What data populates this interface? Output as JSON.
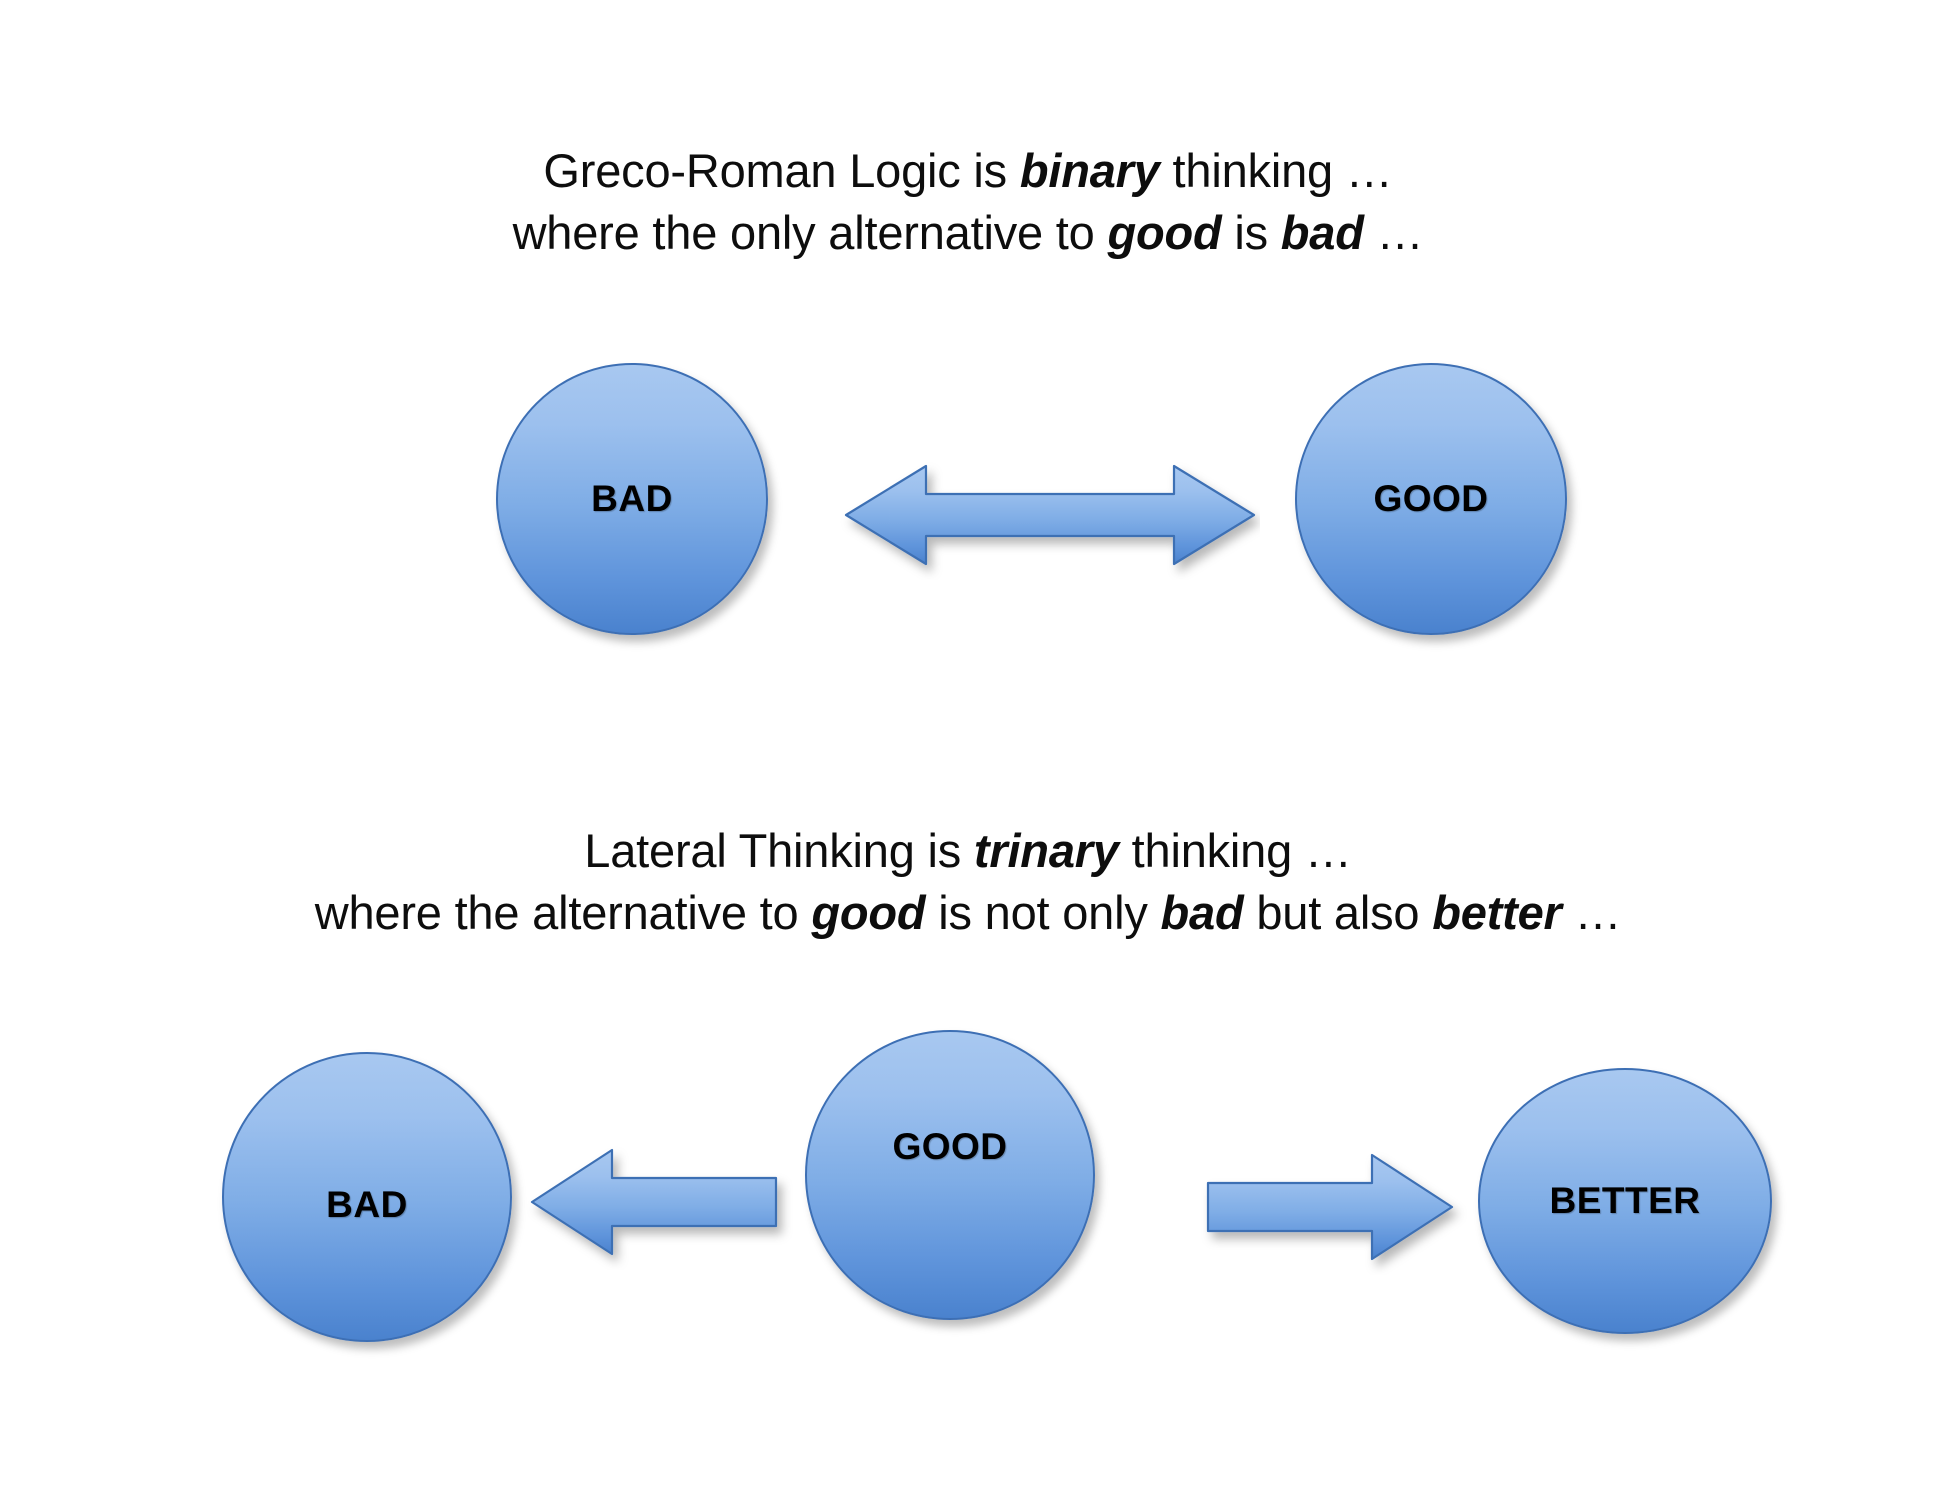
{
  "slide": {
    "background_color": "#ffffff",
    "accent_color": "#6fa3e0",
    "node_border_color": "#3d6fb4",
    "text_color": "#0d0d0d"
  },
  "sections": {
    "top": {
      "caption": {
        "line1_part1": "Greco-Roman Logic is ",
        "line1_emphasis": "binary",
        "line1_part2": " thinking …",
        "line2_part1": "where the only alternative to ",
        "line2_emphasis1": "good",
        "line2_part2": " is ",
        "line2_emphasis2": "bad",
        "line2_part3": " …"
      },
      "nodes": [
        {
          "id": "bad",
          "label": "BAD"
        },
        {
          "id": "good",
          "label": "GOOD"
        }
      ],
      "connector": {
        "type": "double-headed-arrow",
        "direction": "bidirectional",
        "color": "#6fa3e0"
      }
    },
    "bottom": {
      "caption": {
        "line1_part1": "Lateral Thinking is ",
        "line1_emphasis": "trinary",
        "line1_part2": " thinking …",
        "line2_part1": "where the alternative to ",
        "line2_emphasis1": "good",
        "line2_part2": " is not only ",
        "line2_emphasis2": "bad",
        "line2_part3": " but also ",
        "line2_emphasis3": "better",
        "line2_part4": " …"
      },
      "nodes": [
        {
          "id": "bad",
          "label": "BAD"
        },
        {
          "id": "good",
          "label": "GOOD"
        },
        {
          "id": "better",
          "label": "BETTER"
        }
      ],
      "connectors": [
        {
          "type": "arrow",
          "direction": "left",
          "color": "#6fa3e0"
        },
        {
          "type": "arrow",
          "direction": "right",
          "color": "#6fa3e0"
        }
      ]
    }
  }
}
